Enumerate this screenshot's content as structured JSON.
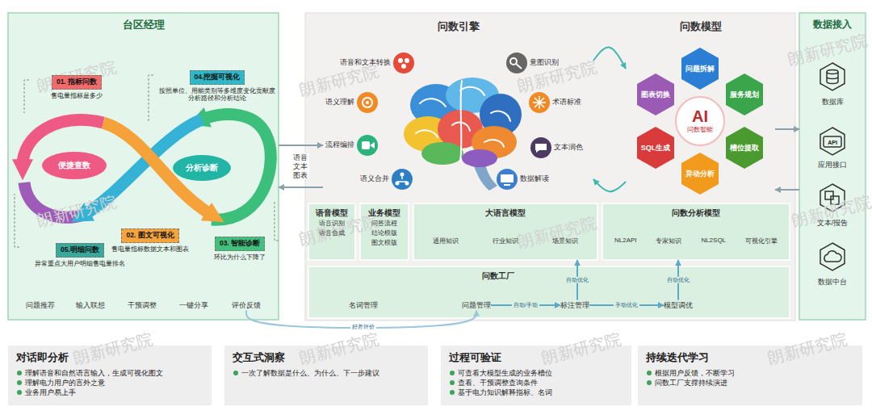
{
  "diagram": {
    "nodes": [
      {
        "text": [
          "台区经理"
        ]
      },
      {
        "text": [
          "01. 指标问数",
          "售电量指标是多少"
        ],
        "in": 0
      },
      {
        "text": [
          "04.挖掘可视化",
          "按照单位、用能类别等多维度变化贡献度分析路径和分析结论"
        ],
        "in": 0
      },
      {
        "text": [
          "便捷查数"
        ],
        "in": 0
      },
      {
        "text": [
          "分析诊断"
        ],
        "in": 0
      },
      {
        "text": [
          "02. 图文可视化",
          "售电量指标数据文本和图表"
        ],
        "in": 0
      },
      {
        "text": [
          "05.明细问数",
          "异常重点大用户明细售电量排名"
        ],
        "in": 0
      },
      {
        "text": [
          "03. 智能诊断",
          "环比为什么下降了"
        ],
        "in": 0
      },
      {
        "text": [
          "问题推荐"
        ],
        "in": 0
      },
      {
        "text": [
          "输入联想"
        ],
        "in": 0
      },
      {
        "text": [
          "干预调整"
        ],
        "in": 0
      },
      {
        "text": [
          "一键分享"
        ],
        "in": 0
      },
      {
        "text": [
          "评价反馈"
        ],
        "in": 0
      },
      {
        "text": [
          "问数引擎"
        ]
      },
      {
        "text": [
          "语音和文本转换"
        ],
        "in": 13
      },
      {
        "text": [
          "语义理解"
        ],
        "in": 13
      },
      {
        "text": [
          "流程编排"
        ],
        "in": 13
      },
      {
        "text": [
          "语义合并"
        ],
        "in": 13
      },
      {
        "text": [
          "意图识别"
        ],
        "in": 13
      },
      {
        "text": [
          "术语标准"
        ],
        "in": 13
      },
      {
        "text": [
          "文本润色"
        ],
        "in": 13
      },
      {
        "text": [
          "数据解读"
        ],
        "in": 13
      },
      {
        "text": [
          "问数模型"
        ]
      },
      {
        "text": [
          "问题拆解"
        ],
        "in": 22
      },
      {
        "text": [
          "服务规划"
        ],
        "in": 22
      },
      {
        "text": [
          "槽位提取"
        ],
        "in": 22
      },
      {
        "text": [
          "异动分析"
        ],
        "in": 22
      },
      {
        "text": [
          "SQL生成"
        ],
        "in": 22
      },
      {
        "text": [
          "图表切换"
        ],
        "in": 22
      },
      {
        "text": [
          "AI",
          "问数智能"
        ],
        "in": 22
      },
      {
        "text": [
          "语音模型",
          "语音识别",
          "语音合成"
        ]
      },
      {
        "text": [
          "业务模型",
          "问答流程",
          "结论模版",
          "图文模版"
        ]
      },
      {
        "text": [
          "大语言模型",
          "通用知识",
          "行业知识",
          "场景知识"
        ]
      },
      {
        "text": [
          "问数分析模型",
          "NL2API",
          "专家知识",
          "NL2SQL",
          "可视化引擎"
        ]
      },
      {
        "text": [
          "问数工厂"
        ]
      },
      {
        "text": [
          "名词管理"
        ],
        "in": 34
      },
      {
        "text": [
          "问题管理"
        ],
        "in": 34
      },
      {
        "text": [
          "标注管理"
        ],
        "in": 34
      },
      {
        "text": [
          "模型调优"
        ],
        "in": 34
      },
      {
        "text": [
          "数据接入"
        ]
      },
      {
        "text": [
          "数据库"
        ],
        "in": 39
      },
      {
        "text": [
          "应用接口"
        ],
        "in": 39
      },
      {
        "text": [
          "文本/报告"
        ],
        "in": 39
      },
      {
        "text": [
          "数据中台"
        ],
        "in": 39
      },
      {
        "text": [
          "对话即分析",
          "理解语音和自然语言输入，生成可视化图文",
          "理解电力用户的言外之意",
          "业务用户易上手"
        ]
      },
      {
        "text": [
          "交互式洞察",
          "一次了解数据是什么、为什么、下一步建议"
        ]
      },
      {
        "text": [
          "过程可验证",
          "可查看大模型生成的业务槽位",
          "查看、干预调整查询条件",
          "基于电力知识解释指标、名词"
        ]
      },
      {
        "text": [
          "持续迭代学习",
          "根据用户反馈，不断学习",
          "问数工厂支撑持续演进"
        ]
      }
    ],
    "edges": [
      {
        "from": 0,
        "to": 13,
        "label": "语音 文本 图表",
        "arrow": "to"
      },
      {
        "from": 13,
        "to": 0,
        "arrow": "to"
      },
      {
        "from": 13,
        "to": 22,
        "arrow": "to"
      },
      {
        "from": 22,
        "to": 13,
        "arrow": "to"
      },
      {
        "from": 22,
        "to": 39,
        "arrow": "to"
      },
      {
        "from": 39,
        "to": 22,
        "arrow": "to"
      },
      {
        "from": 36,
        "to": 37,
        "label": "自动/手动",
        "arrow": "to"
      },
      {
        "from": 37,
        "to": 38,
        "label": "手动优化",
        "arrow": "to"
      },
      {
        "from": 37,
        "to": 32,
        "label": "自动优化",
        "arrow": "to"
      },
      {
        "from": 38,
        "to": 33,
        "label": "自动优化",
        "arrow": "to"
      },
      {
        "from": 12,
        "to": 36,
        "label": "好差评价",
        "arrow": "to"
      }
    ],
    "labels": [
      "朗新研究院",
      "朗新研究院",
      "朗新研究院",
      "朗新研究院",
      "朗新研究院",
      "朗新研究院",
      "朗新研究院",
      "朗新研究院",
      "朗新研究院",
      "朗新研究院",
      "朗新研究院",
      "朗新研究院",
      "API"
    ]
  }
}
